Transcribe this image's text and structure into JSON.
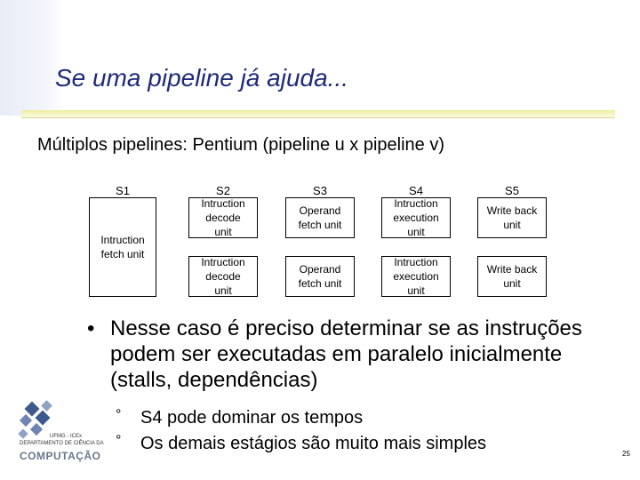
{
  "slide": {
    "title": "Se uma pipeline já ajuda...",
    "subtitle": "Múltiplos pipelines: Pentium (pipeline u x pipeline v)",
    "page_number": "25"
  },
  "pipeline": {
    "stages": [
      "S1",
      "S2",
      "S3",
      "S4",
      "S5"
    ],
    "shared_unit": [
      "Intruction",
      "fetch unit"
    ],
    "row_u": [
      [
        "Intruction",
        "decode",
        "unit"
      ],
      [
        "Operand",
        "fetch unit"
      ],
      [
        "Intruction",
        "execution",
        "unit"
      ],
      [
        "Write back",
        "unit"
      ]
    ],
    "row_v": [
      [
        "Intruction",
        "decode",
        "unit"
      ],
      [
        "Operand",
        "fetch unit"
      ],
      [
        "Intruction",
        "execution",
        "unit"
      ],
      [
        "Write back",
        "unit"
      ]
    ]
  },
  "bullets": {
    "main_mark": "•",
    "main": "Nesse caso é preciso determinar se as instruções podem ser executadas em paralelo inicialmente (stalls, dependências)",
    "sub_mark": "°",
    "sub": [
      "S4 pode dominar os tempos",
      "Os demais estágios são muito mais simples"
    ]
  },
  "logo": {
    "small_text": "UFMG - ICEx",
    "dept_text": "DEPARTAMENTO DE CIÊNCIA DA",
    "comp_text": "COMPUTAÇÃO",
    "color": "#3c5a8c"
  }
}
